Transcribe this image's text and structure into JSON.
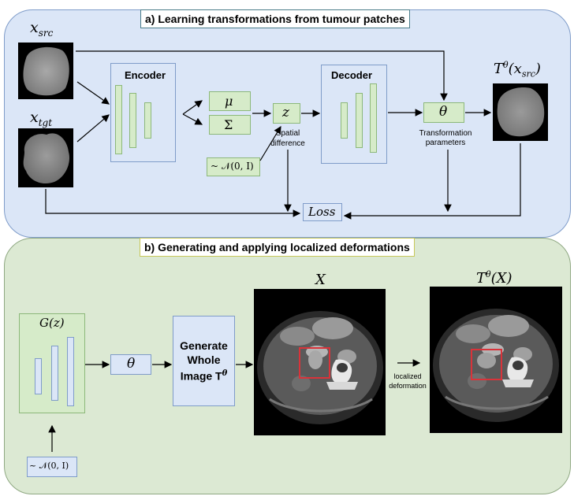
{
  "panel_a": {
    "title": "a) Learning transformations from tumour patches",
    "x_src": "x_src",
    "x_tgt": "x_tgt",
    "encoder": "Encoder",
    "decoder": "Decoder",
    "mu": "μ",
    "sigma": "Σ",
    "z": "z",
    "prior": "~ 𝒩(0, I)",
    "spatial_difference": "Spatial\ndifference",
    "theta": "θ",
    "transformation_parameters": "Transformation\nparameters",
    "output": "Tθ(x_src)",
    "loss": "Loss"
  },
  "panel_b": {
    "title": "b) Generating and applying localized deformations",
    "generator": "G(z)",
    "theta": "θ",
    "prior": "~ 𝒩(0, I)",
    "generate_line1": "Generate",
    "generate_line2": "Whole",
    "generate_line3": "Image T",
    "generate_sup": "θ",
    "image_x": "X",
    "localized_deformation": "localized\ndeformation",
    "output": "Tθ(X)"
  },
  "colors": {
    "panel_a_bg": "#dbe6f7",
    "panel_b_bg": "#dce9d3",
    "green_box": "#d6ebc9",
    "blue_box": "#dbe6f7",
    "roi_red": "#d9333a"
  }
}
